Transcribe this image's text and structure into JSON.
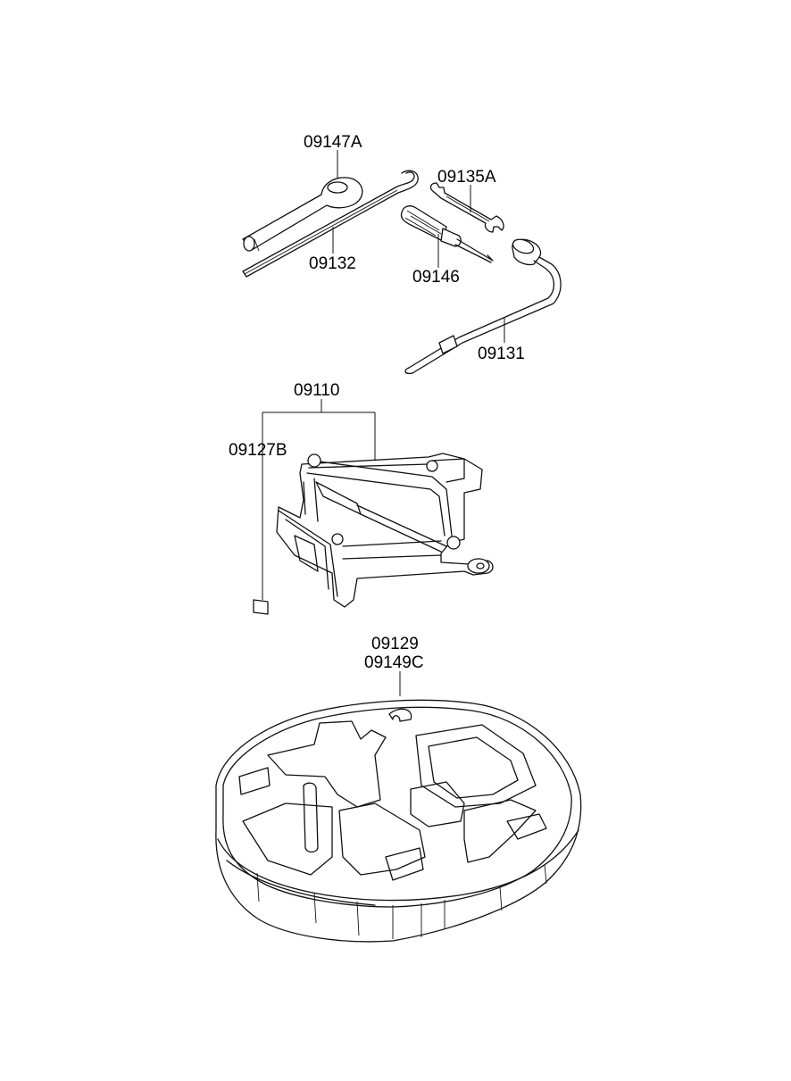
{
  "diagram": {
    "labels": {
      "wrench": "09147A",
      "spanner": "09135A",
      "rod": "09132",
      "screwdriver": "09146",
      "lug_wrench": "09131",
      "jack_assembly": "09110",
      "jack_label": "09127B",
      "tray": "09129",
      "tray_cover": "09149C"
    }
  }
}
